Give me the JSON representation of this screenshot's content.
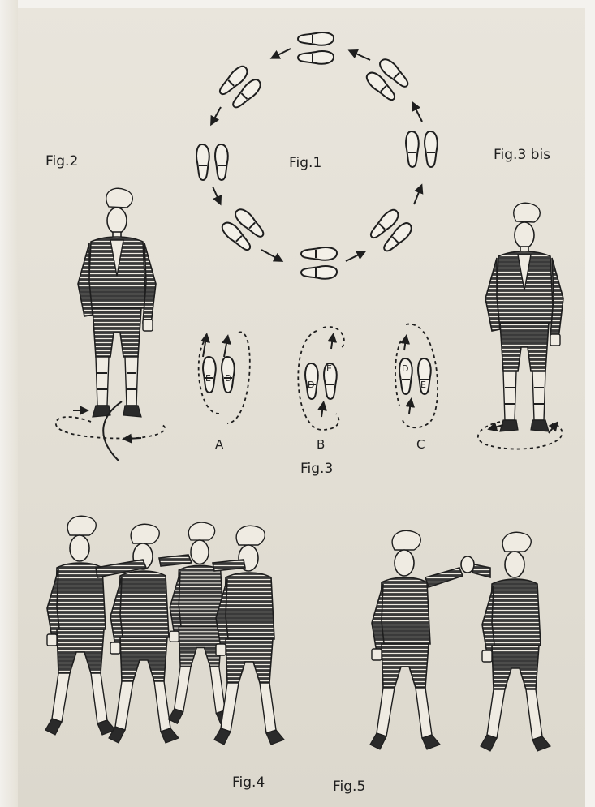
{
  "figures": {
    "fig1": {
      "label": "Fig.1"
    },
    "fig2": {
      "label": "Fig.2"
    },
    "fig3bis": {
      "label": "Fig.3 bis"
    },
    "fig3": {
      "label": "Fig.3",
      "steps": [
        {
          "letter": "A",
          "left_foot": "E",
          "right_foot": "D"
        },
        {
          "letter": "B",
          "left_foot": "D",
          "right_foot": "E"
        },
        {
          "letter": "C",
          "left_foot": "D",
          "right_foot": "E"
        }
      ]
    },
    "fig4": {
      "label": "Fig.4"
    },
    "fig5": {
      "label": "Fig.5"
    }
  },
  "colors": {
    "paper": "#e6e2d8",
    "ink": "#1e1e1e"
  }
}
